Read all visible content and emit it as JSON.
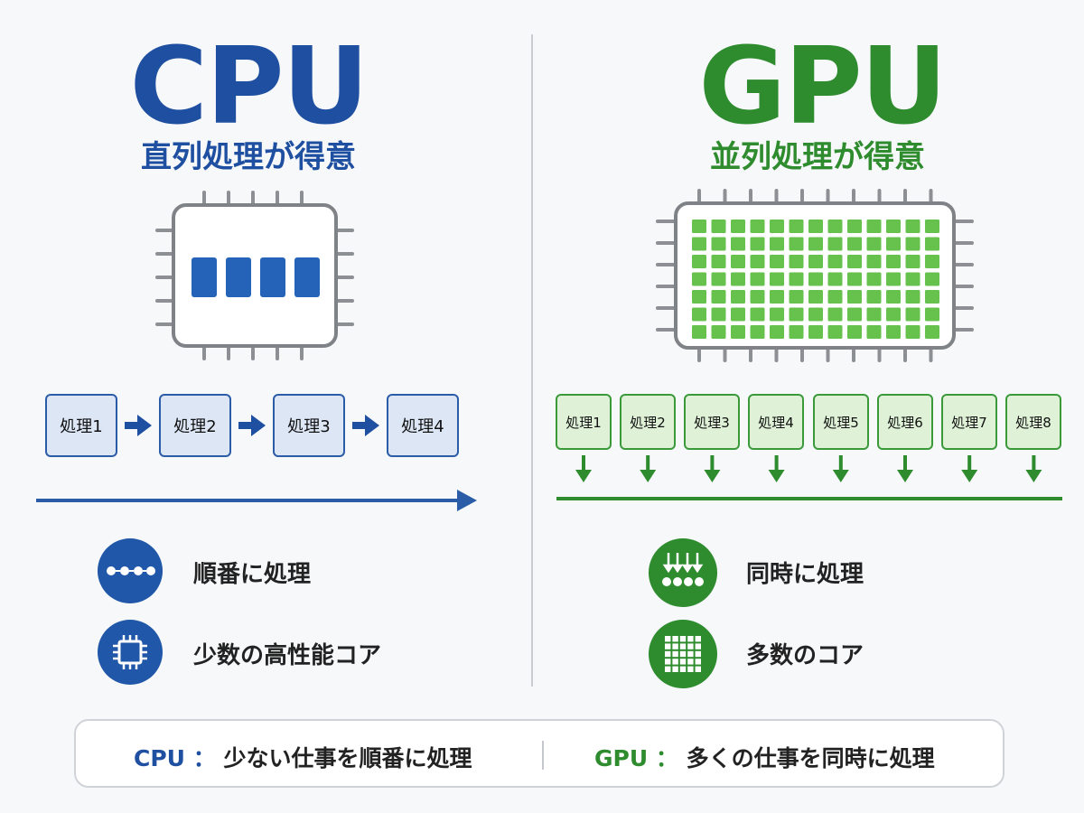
{
  "cpu": {
    "title": "CPU",
    "subtitle": "直列処理が得意",
    "color": "#1f4fa0",
    "steps": [
      "処理1",
      "処理2",
      "処理3",
      "処理4"
    ],
    "features": [
      {
        "icon": "sequence-icon",
        "label": "順番に処理"
      },
      {
        "icon": "chip-icon",
        "label": "少数の高性能コア"
      }
    ]
  },
  "gpu": {
    "title": "GPU",
    "subtitle": "並列処理が得意",
    "color": "#2e8b2e",
    "steps": [
      "処理1",
      "処理2",
      "処理3",
      "処理4",
      "処理5",
      "処理6",
      "処理7",
      "処理8"
    ],
    "features": [
      {
        "icon": "parallel-icon",
        "label": "同時に処理"
      },
      {
        "icon": "grid-icon",
        "label": "多数のコア"
      }
    ]
  },
  "summary": {
    "cpu_label": "CPU",
    "cpu_sep": "：",
    "cpu_text": "少ない仕事を順番に処理",
    "gpu_label": "GPU",
    "gpu_sep": "：",
    "gpu_text": "多くの仕事を同時に処理"
  }
}
